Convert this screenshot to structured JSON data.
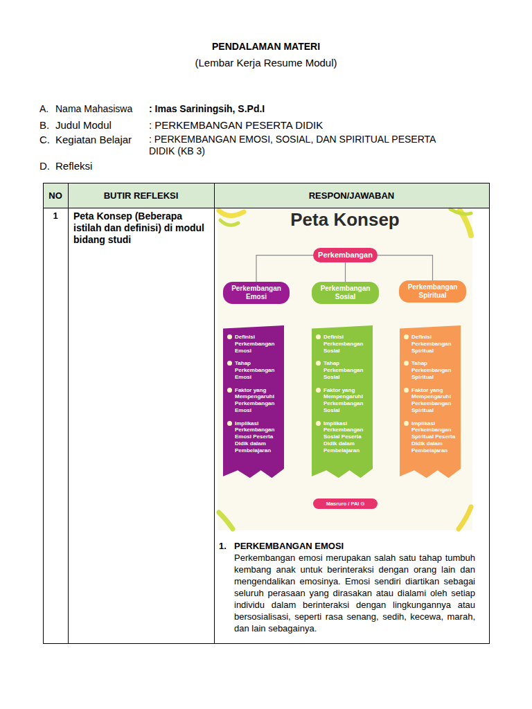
{
  "diagram": {
    "title": "PENDALAMAN MATERI",
    "nodes": [
      {
        "text": [
          "Perkembangan"
        ]
      },
      {
        "text": [
          "Perkembangan Emosi"
        ]
      },
      {
        "text": [
          "Perkembangan Sosial"
        ]
      },
      {
        "text": [
          "Perkembangan Spiritual"
        ]
      },
      {
        "text": [
          "Definisi Perkembangan Emosi",
          "Tahap Perkembangan Emosi",
          "Faktor yang Mempengaruhi Perkembangan Emosi",
          "Implikasi Perkembangan Emosi Peserta Didik dalam Pembelajaran"
        ]
      },
      {
        "text": [
          "Definisi Perkembangan Sosial",
          "Tahap Perkembangan Sosial",
          "Faktor yang Mempengaruhi Perkembangan Sosial",
          "Implikasi Perkembangan Sosial Peserta Didik dalam Pembelajaran"
        ]
      },
      {
        "text": [
          "Definisi Perkembangan Spiritual",
          "Tahap Perkembangan Spiritual",
          "Faktor yang Mempengaruhi Perkembangan Spiritual",
          "Implikasi Perkembangan Spiritual Peserta Didik dalam Pembelajaran"
        ]
      },
      {
        "text": [
          "Masruro / PAI G"
        ]
      }
    ],
    "edges": [
      {
        "from": 0,
        "to": 1,
        "arrow": "none"
      },
      {
        "from": 0,
        "to": 2,
        "arrow": "none"
      },
      {
        "from": 0,
        "to": 3,
        "arrow": "none"
      }
    ],
    "labels": [
      "(Lembar Kerja Resume Modul)",
      "A.",
      "Nama Mahasiswa",
      ": Imas Sariningsih, S.Pd.I",
      "B.",
      "Judul Modul",
      ": PERKEMBANGAN PESERTA DIDIK",
      "C.",
      "Kegiatan Belajar",
      ": PERKEMBANGAN EMOSI, SOSIAL, DAN SPIRITUAL PESERTA DIDIK (KB 3)",
      "D.",
      "Refleksi",
      "NO",
      "BUTIR REFLEKSI",
      "RESPON/JAWABAN",
      "1",
      "Peta Konsep (Beberapa istilah dan definisi) di modul bidang studi",
      "Peta Konsep",
      "1.",
      "PERKEMBANGAN EMOSI",
      "Perkembangan emosi merupakan salah satu tahap tumbuh kembang anak untuk berinteraksi dengan orang lain dan mengendalikan emosinya. Emosi sendiri diartikan sebagai seluruh perasaan yang dirasakan atau dialami oleh setiap individu dalam berinteraksi dengan lingkungannya atau bersosialisasi, seperti rasa senang, sedih, kecewa, marah, dan lain sebagainya."
    ]
  }
}
